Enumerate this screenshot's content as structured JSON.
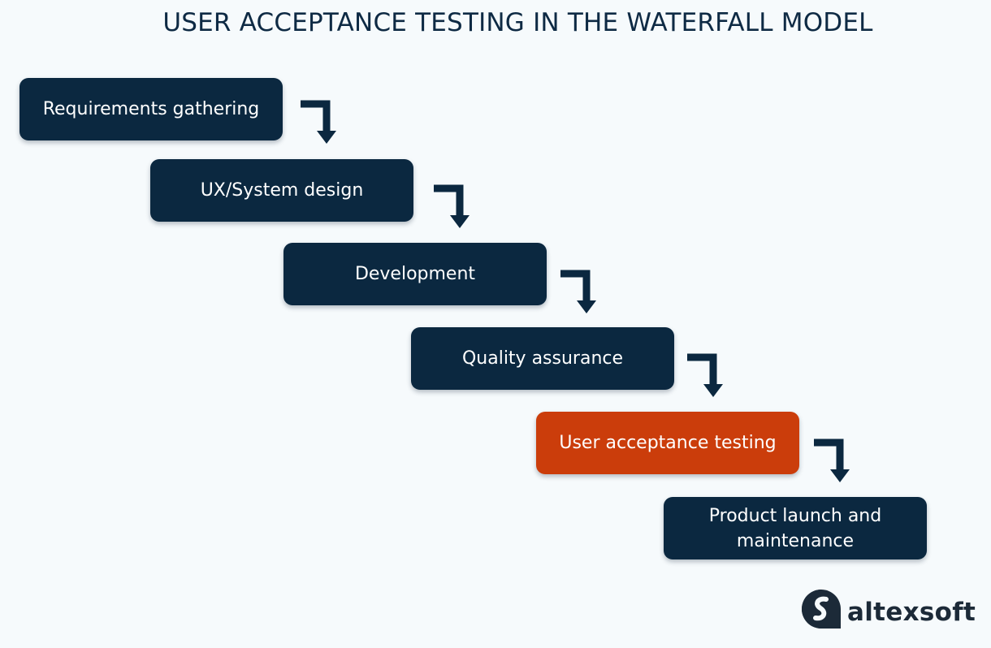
{
  "title": "USER ACCEPTANCE TESTING IN THE WATERFALL MODEL",
  "steps": [
    {
      "label": "Requirements gathering",
      "highlighted": false
    },
    {
      "label": "UX/System design",
      "highlighted": false
    },
    {
      "label": "Development",
      "highlighted": false
    },
    {
      "label": "Quality assurance",
      "highlighted": false
    },
    {
      "label": "User acceptance testing",
      "highlighted": true
    },
    {
      "label": "Product launch and maintenance",
      "highlighted": false
    }
  ],
  "logo": {
    "text": "altexsoft",
    "icon": "altexsoft-logo-icon"
  },
  "colors": {
    "background": "#f6fafc",
    "step": "#0b2840",
    "highlight": "#cb3d0b",
    "arrow": "#0b2840",
    "title": "#0e2a44"
  }
}
